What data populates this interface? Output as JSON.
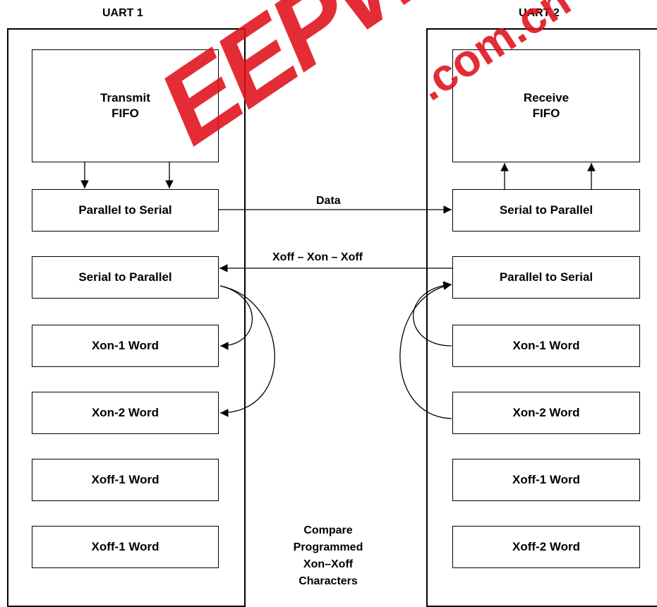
{
  "uart1": {
    "title": "UART 1",
    "transmit_fifo": "Transmit\nFIFO",
    "parallel_to_serial": "Parallel to Serial",
    "serial_to_parallel": "Serial to Parallel",
    "xon1": "Xon-1 Word",
    "xon2": "Xon-2 Word",
    "xoff1a": "Xoff-1 Word",
    "xoff1b": "Xoff-1 Word"
  },
  "uart2": {
    "title": "UART 2",
    "receive_fifo": "Receive\nFIFO",
    "serial_to_parallel": "Serial to Parallel",
    "parallel_to_serial": "Parallel to Serial",
    "xon1": "Xon-1 Word",
    "xon2": "Xon-2 Word",
    "xoff1": "Xoff-1 Word",
    "xoff2": "Xoff-2 Word"
  },
  "links": {
    "data": "Data",
    "flow": "Xoff – Xon – Xoff"
  },
  "compare_text": "Compare\nProgrammed\nXon–Xoff\nCharacters",
  "watermark": {
    "logo": "EEPW",
    "url": ".com.cn",
    "accent_color": "#e0101a"
  }
}
